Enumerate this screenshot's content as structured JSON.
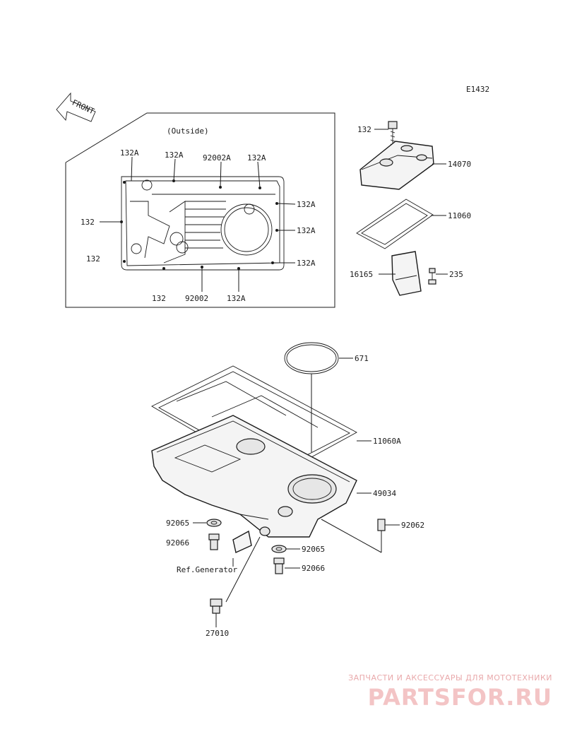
{
  "diagram_code": "E1432",
  "front_arrow": "FRONT",
  "inset": {
    "caption": "(Outside)",
    "labels": {
      "l132A_a": "132A",
      "l132A_b": "132A",
      "l92002A": "92002A",
      "l132A_c": "132A",
      "l132A_d": "132A",
      "l132A_e": "132A",
      "l132A_f": "132A",
      "l132_a": "132",
      "l132_b": "132",
      "l132_c": "132",
      "l92002": "92002",
      "l132A_g": "132A"
    }
  },
  "cover_labels": {
    "l132": "132",
    "l14070": "14070",
    "l11060": "11060",
    "l16165": "16165",
    "l235": "235"
  },
  "pan_labels": {
    "l671": "671",
    "l11060A": "11060A",
    "l49034": "49034",
    "l92062": "92062",
    "l92065_a": "92065",
    "l92066_a": "92066",
    "l92065_b": "92065",
    "l92066_b": "92066",
    "ref_generator": "Ref.Generator",
    "l27010": "27010"
  },
  "watermark": {
    "tagline": "ЗАПЧАСТИ И АКСЕССУАРЫ ДЛЯ МОТОТЕХНИКИ",
    "logo": "PARTSFOR.RU"
  }
}
